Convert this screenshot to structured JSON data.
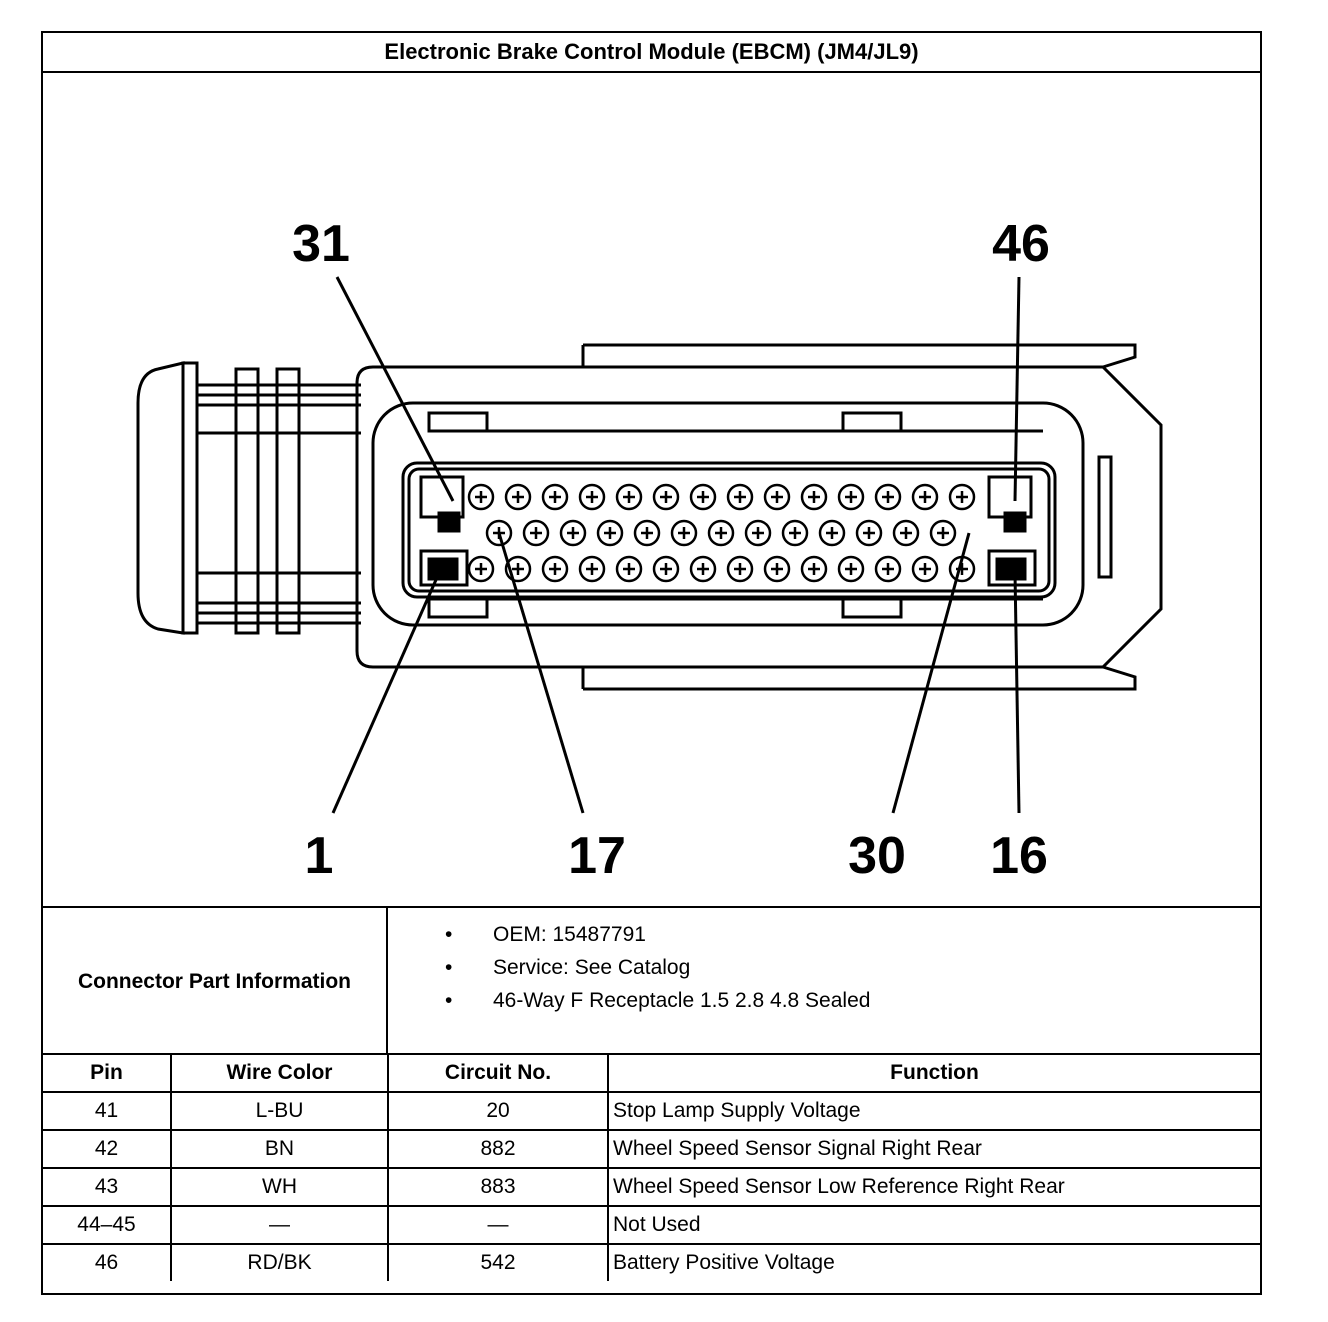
{
  "title": "Electronic Brake Control Module (EBCM) (JM4/JL9)",
  "diagram": {
    "callouts": {
      "top_left": "31",
      "top_right": "46",
      "bottom_1": "1",
      "bottom_17": "17",
      "bottom_30": "30",
      "bottom_16": "16"
    }
  },
  "connector_info": {
    "label": "Connector Part Information",
    "items": [
      "OEM: 15487791",
      "Service: See Catalog",
      "46-Way F Receptacle 1.5 2.8 4.8 Sealed"
    ],
    "bullet": "•"
  },
  "pin_table": {
    "headers": {
      "pin": "Pin",
      "wire_color": "Wire Color",
      "circuit": "Circuit No.",
      "function": "Function"
    },
    "rows": [
      {
        "pin": "41",
        "wire_color": "L-BU",
        "circuit": "20",
        "function": "Stop Lamp Supply Voltage"
      },
      {
        "pin": "42",
        "wire_color": "BN",
        "circuit": "882",
        "function": "Wheel Speed Sensor Signal Right Rear"
      },
      {
        "pin": "43",
        "wire_color": "WH",
        "circuit": "883",
        "function": "Wheel Speed Sensor Low Reference Right Rear"
      },
      {
        "pin": "44–45",
        "wire_color": "—",
        "circuit": "—",
        "function": "Not Used"
      },
      {
        "pin": "46",
        "wire_color": "RD/BK",
        "circuit": "542",
        "function": "Battery Positive Voltage"
      }
    ]
  }
}
